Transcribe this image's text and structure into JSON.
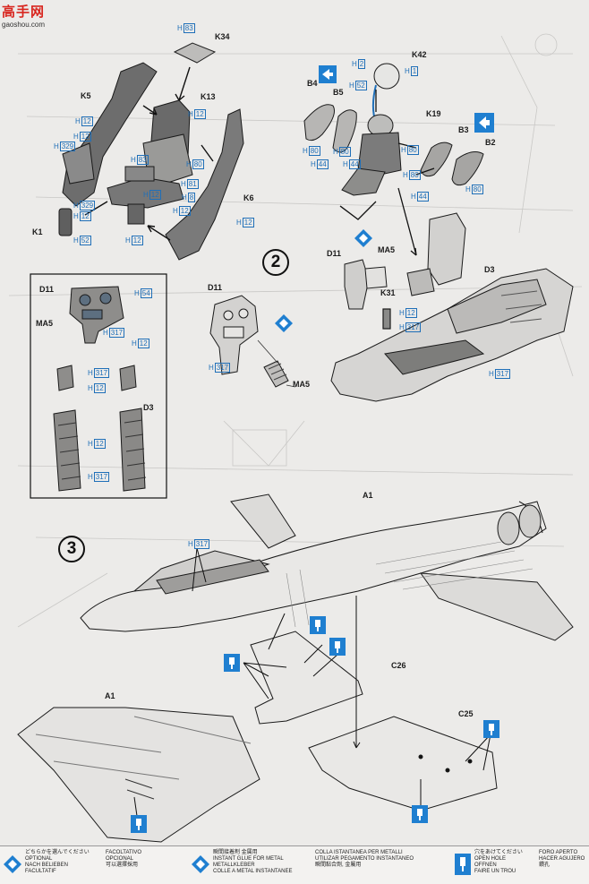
{
  "watermark": {
    "name": "高手网",
    "url": "gaoshou.com"
  },
  "steps": {
    "step2": "2",
    "step3": "3"
  },
  "part_labels": {
    "k34": "K34",
    "k13": "K13",
    "k5": "K5",
    "k6": "K6",
    "k1": "K1",
    "k42": "K42",
    "k19": "K19",
    "b4": "B4",
    "b5": "B5",
    "b3": "B3",
    "b2": "B2",
    "d11a": "D11",
    "ma5a": "MA5",
    "k31": "K31",
    "d3a": "D3",
    "d11b": "D11",
    "ma5b": "MA5",
    "d11c": "D11",
    "ma5c": "MA5",
    "d3b": "D3",
    "a1a": "A1",
    "a1b": "A1",
    "c26": "C26",
    "c25": "C25"
  },
  "color_codes": {
    "h83": "83",
    "h12": "12",
    "h329": "329",
    "h80": "80",
    "h81": "81",
    "h8": "8",
    "h2": "2",
    "h1": "1",
    "h44": "44",
    "h317": "317",
    "h54": "54",
    "h52": "52"
  },
  "legend": {
    "optional": [
      "どちらかを選んでください",
      "OPTIONAL",
      "NACH BELIEBEN",
      "FACULTATIF"
    ],
    "optional_other": [
      "FACOLTATIVO",
      "OPCIONAL",
      "可以選擇採用"
    ],
    "glue": [
      "瞬間接着剤 金属用",
      "INSTANT GLUE FOR METAL",
      "METALLKLEBER",
      "COLLE A METAL INSTANTANEE"
    ],
    "glue_other": [
      "COLLA ISTANTANEA PER METALLI",
      "UTILIZAR PEGAMENTO INSTANTANEO",
      "瞬間黏合劑, 金屬用"
    ],
    "hole": [
      "穴をあけてください",
      "OPEN HOLE",
      "OFFNEN",
      "FAIRE UN TROU"
    ],
    "hole_other": [
      "FORO APERTO",
      "HACER AGUJERO",
      "鑽孔"
    ]
  }
}
